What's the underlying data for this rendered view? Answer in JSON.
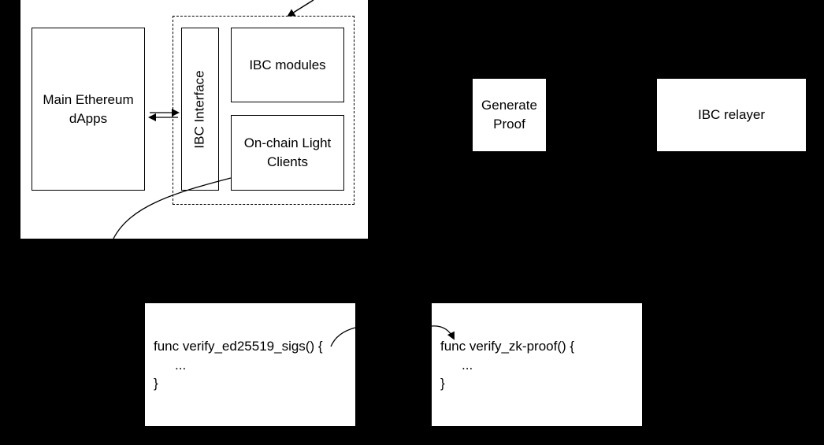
{
  "nodes": {
    "main_ethereum_dapps": "Main Ethereum\ndApps",
    "ibc_interface": "IBC Interface",
    "ibc_modules": "IBC modules",
    "light_clients": "On-chain Light\nClients",
    "generate_proof": "Generate\nProof",
    "ibc_relayer": "IBC relayer"
  },
  "code_blocks": {
    "left": {
      "signature": "func verify_ed25519_sigs() {",
      "body": "...",
      "closing": "}"
    },
    "right": {
      "signature": "func verify_zk-proof() {",
      "body": "...",
      "closing": "}"
    }
  },
  "colors": {
    "background": "#000000",
    "panel": "#ffffff",
    "stroke": "#000000"
  }
}
